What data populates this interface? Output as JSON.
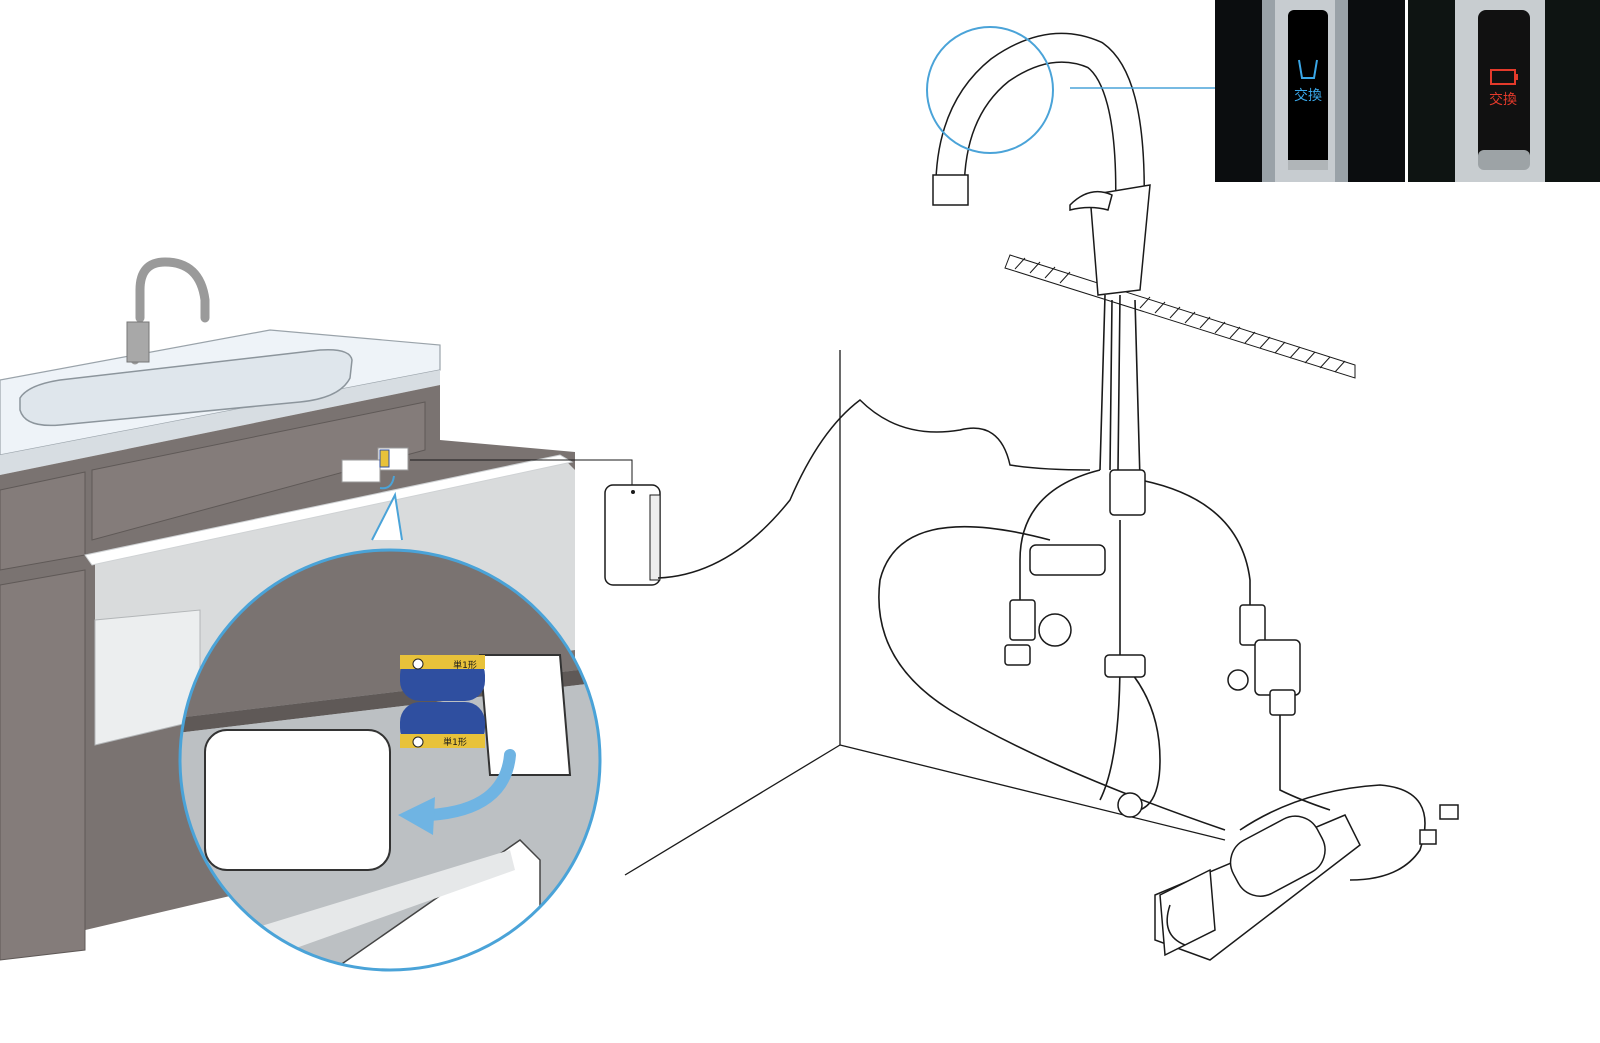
{
  "indicators": {
    "filter_label": "交換",
    "battery_label": "交換"
  },
  "batteries": {
    "top_label": "単1形",
    "bottom_label": "単1形"
  },
  "colors": {
    "accent_blue": "#4aa3d8",
    "arrow_blue": "#6fb4e3",
    "indicator_blue": "#3aa7e8",
    "indicator_red": "#e43a2b",
    "cabinet": "#7a7371",
    "cabinet_dark": "#5f5957",
    "battery_blue": "#2f4fa0",
    "battery_gold": "#e8c23a",
    "line": "#1a1a1a"
  }
}
